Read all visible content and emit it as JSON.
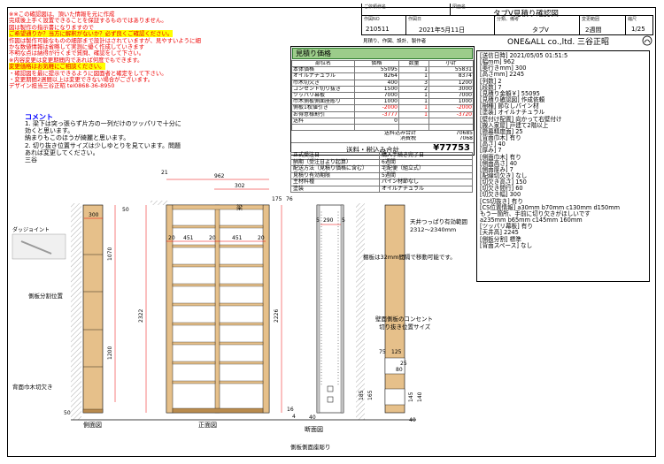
{
  "title_block": {
    "customer_label": "ご依頼様名",
    "drawing_name_label": "図面名",
    "drawing_name": "タブV見積り確認図",
    "order_no_label": "作図NO",
    "order_no": "210511",
    "date_label": "作図日",
    "date": "2021年5月11日",
    "category_label": "分類、備考",
    "category": "タブV",
    "change_label": "変更範囲",
    "change": "2週間",
    "scale_label": "縮尺",
    "scale": "1/25",
    "author_label": "見積り、作図、設計、製作者",
    "company": "ONE&ALL co.,ltd. 三谷正昭"
  },
  "notes": {
    "lines": [
      {
        "text": "※※この確認図は、頂いた情報を元に作成",
        "style": "r"
      },
      {
        "text": "完成後上手く設置できることを保証するものではありません。",
        "style": "r"
      },
      {
        "text": "図は製作の指示書になりますので",
        "style": "r"
      },
      {
        "text": "ご希望通りか？当方に解釈がないか？必ず良くご確認ください。",
        "style": "hl"
      },
      {
        "text": "作図は製作可能なものの細部まで設計はされていますが、見やすいように細",
        "style": "r"
      },
      {
        "text": "かな数値情報は省略して実測に優く作成していきます",
        "style": "r"
      },
      {
        "text": "不明な点は納得が行くまで質問、確認をして下さい。",
        "style": "r"
      },
      {
        "text": "※内容変更は変更期間内であれば何度でもできます。",
        "style": "r"
      },
      {
        "text": "変更価格はお気軽にご相談ください。",
        "style": "hl"
      },
      {
        "text": "・確認図を最に提示できるように図面者と確定をして下さい。",
        "style": "r"
      },
      {
        "text": "・変更期間2週間以上は変更できない場合がございます。",
        "style": "r"
      },
      {
        "text": "デザイン担当三谷正昭 tel0868-36-8950",
        "style": "r"
      }
    ]
  },
  "comment": {
    "title": "コメント",
    "lines": [
      "1. 梁下は突っ張らず片方の一列だけのツッパリで十分に",
      "効くと思います。",
      "納まりもこのほうが綺麗と思います。",
      "2. 切り抜き位置サイズは少しゆとりを見ています。問題",
      "あれば変更してください。",
      "三谷"
    ]
  },
  "price": {
    "header": "見積り価格",
    "columns": [
      "部位名",
      "価格",
      "数量",
      "小計"
    ],
    "rows": [
      [
        "本体価格",
        "55095",
        "1",
        "55831",
        ""
      ],
      [
        "オイルナチュラル",
        "8264",
        "1",
        "8374",
        ""
      ],
      [
        "巾木切欠き",
        "400",
        "3",
        "1200",
        ""
      ],
      [
        "コンセント切り抜き",
        "1500",
        "2",
        "3000",
        ""
      ],
      [
        "ツッパリ幕板",
        "7000",
        "1",
        "7000",
        ""
      ],
      [
        "巾木側板側面座彫り",
        "1000",
        "1",
        "1000",
        ""
      ],
      [
        "側板1枚値引き",
        "-2000",
        "1",
        "-2000",
        "red"
      ],
      [
        "お得意様割引",
        "-3777",
        "1",
        "-3720",
        "red"
      ],
      [
        "送料",
        "0",
        "",
        "",
        ""
      ],
      [
        "",
        "",
        "",
        "",
        ""
      ]
    ],
    "summary": [
      {
        "label": "送料込み合計",
        "value": "70685"
      },
      {
        "label": "消費税",
        "value": "7068"
      }
    ],
    "total_label": "送料・税込み合計",
    "total_value": "¥77753"
  },
  "spec": {
    "rows": [
      [
        "正式受注日",
        "購入手続き完了日"
      ],
      [
        "納期（受注日より起算）",
        "6週間"
      ],
      [
        "配送方法（見積り価格に含む）",
        "宅配便（組立式）"
      ],
      [
        "見積り有効期限",
        "5週間"
      ],
      [
        "主材料種",
        "パイン材節なし"
      ],
      [
        "塗装",
        "オイルナチュラル"
      ]
    ]
  },
  "info": {
    "lines": [
      "[送信日時] 2021/05/05 01:51:5",
      "[幅mm] 962",
      "[奥行きmm] 300",
      "[高さmm] 2245",
      "[列数] 2",
      "[段数] 7",
      "[見積り金額￥] 55095",
      "[見積り確認図] 作成依頼",
      "[樹種] 節なしパイン材",
      "[塗装] オイルナチュラル",
      "[壁付け配置] 向かって右壁付け",
      "[搬入家屋] 戸建て2階以上",
      "[懸幕精度面] 25",
      "[背面巾木] 有り",
      "[高さ] 40",
      "[厚み] 7",
      "[側面巾木] 有り",
      "[側面高さ] 40",
      "[側面厚み] 7",
      "[配線切欠き] なし",
      "[切欠き高さ] 150",
      "[切欠き間行] 60",
      "[切欠き幅] 300",
      "[CS切抜き] 有り",
      "[CS位置情報] a30mm b70mm c130mm d150mm",
      "もう一箇所、手前に切り欠きがほしいです",
      "a235mm b65mm c145mm 160mm",
      "[ツッパリ幕板] 有り",
      "[天井高] 2245",
      "[側板分割] 標準",
      "[背面スペース] なし"
    ]
  },
  "drawing": {
    "tag_label": "ダッジョイント",
    "side_split_label": "側板分割位置",
    "skirting_cut_label": "背面巾木切欠き",
    "side_view_label": "側面図",
    "front_view_label": "正面図",
    "section_view_label": "断面図",
    "side_groove_label": "側板側面座彫り",
    "ceiling_label": "天井つっぱり有効範囲",
    "ceiling_range": "2312〜2340mm",
    "shelf_note": "棚板は32mm間隔で移動可能です。",
    "outlet_label1": "壁面側板のコンセント",
    "outlet_label2": "切り抜き位置サイズ",
    "beam_label": "梁",
    "dims": {
      "w962": "962",
      "w21": "21",
      "w302": "302",
      "h175": "175",
      "w300": "300",
      "w20a": "20",
      "w451a": "451",
      "w20b": "20",
      "w451b": "451",
      "w20c": "20",
      "h1070": "1070",
      "h2322": "2322",
      "h1200": "1200",
      "h2226": "2226",
      "h50a": "50",
      "h50b": "50",
      "h76": "76",
      "w290": "290",
      "w5a": "5",
      "w5b": "5",
      "w75": "75",
      "w125": "125",
      "w80": "80",
      "w25": "25",
      "h185": "185",
      "h165": "165",
      "h145": "145",
      "h140": "140",
      "h40a": "40",
      "h40b": "40",
      "w16": "16",
      "w4": "4"
    }
  }
}
